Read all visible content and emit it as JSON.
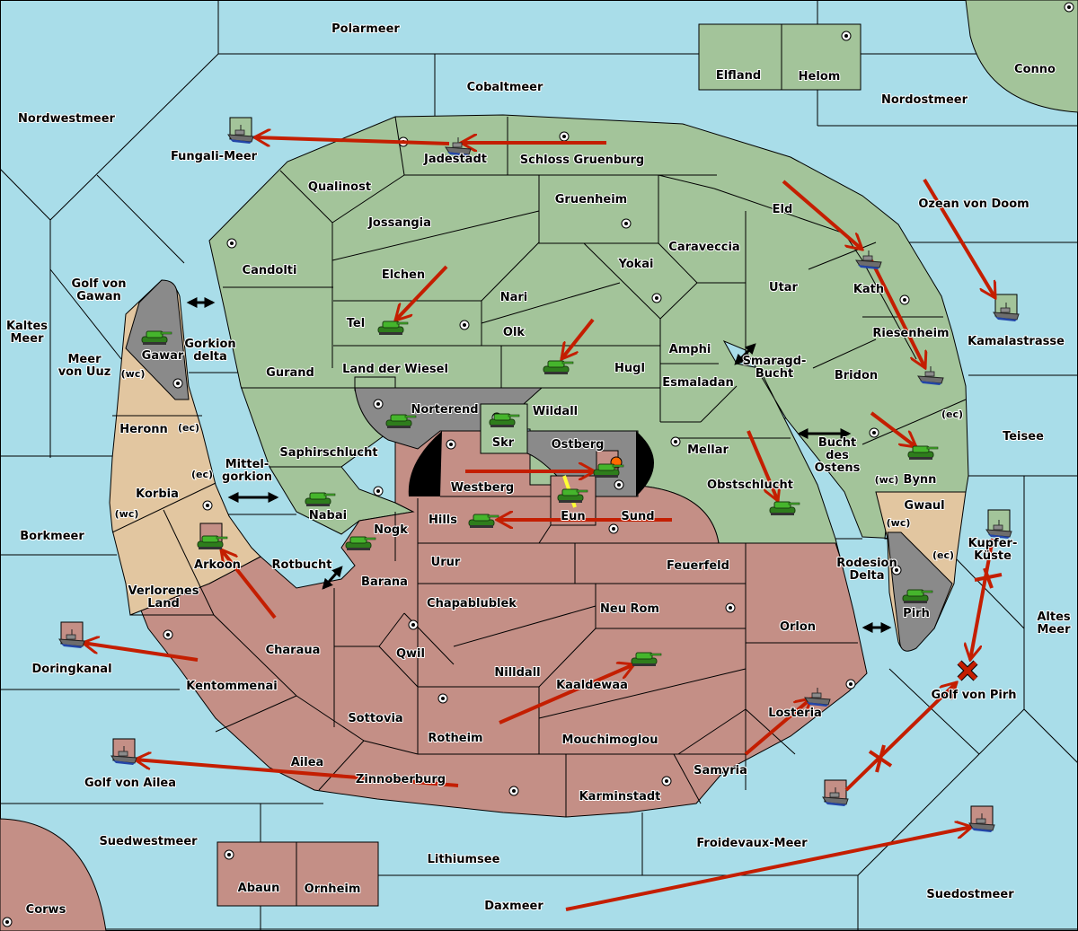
{
  "colors": {
    "sea": "#a9dde9",
    "green_power": "#a3c49a",
    "red_power": "#c48f86",
    "tan_neutral": "#e2c6a0",
    "gray_power": "#8a8a8a",
    "impassable": "#000000",
    "order_arrow": "#c41e00",
    "support_line": "#ffff33",
    "dislodge_burst": "#ff6a00"
  },
  "provinces": {
    "seas": [
      {
        "id": "polarmeer",
        "label": "Polarmeer"
      },
      {
        "id": "cobaltmeer",
        "label": "Cobaltmeer"
      },
      {
        "id": "nordwestmeer",
        "label": "Nordwestmeer"
      },
      {
        "id": "nordostmeer",
        "label": "Nordostmeer"
      },
      {
        "id": "fungali-meer",
        "label": "Fungali-Meer"
      },
      {
        "id": "ozean-von-doom",
        "label": "Ozean von Doom"
      },
      {
        "id": "golf-von-gawan",
        "label": "Golf von\nGawan"
      },
      {
        "id": "kaltes-meer",
        "label": "Kaltes\nMeer"
      },
      {
        "id": "meer-von-uuz",
        "label": "Meer\nvon Uuz"
      },
      {
        "id": "gorkion-delta",
        "label": "Gorkion\ndelta"
      },
      {
        "id": "mittel-gorkion",
        "label": "Mittel-\ngorkion"
      },
      {
        "id": "borkmeer",
        "label": "Borkmeer"
      },
      {
        "id": "rotbucht",
        "label": "Rotbucht"
      },
      {
        "id": "doringkanal",
        "label": "Doringkanal"
      },
      {
        "id": "golf-von-ailea",
        "label": "Golf von Ailea"
      },
      {
        "id": "suedwestmeer",
        "label": "Suedwestmeer"
      },
      {
        "id": "lithiumsee",
        "label": "Lithiumsee"
      },
      {
        "id": "daxmeer",
        "label": "Daxmeer"
      },
      {
        "id": "froidevaux-meer",
        "label": "Froidevaux-Meer"
      },
      {
        "id": "suedostmeer",
        "label": "Suedostmeer"
      },
      {
        "id": "golf-von-pirh",
        "label": "Golf von Pirh"
      },
      {
        "id": "altes-meer",
        "label": "Altes\nMeer"
      },
      {
        "id": "kupfer-kueste",
        "label": "Kupfer-\nKüste"
      },
      {
        "id": "teisee",
        "label": "Teisee"
      },
      {
        "id": "kamalastrasse",
        "label": "Kamalastrasse"
      },
      {
        "id": "smaragd-bucht",
        "label": "Smaragd-\nBucht"
      },
      {
        "id": "bucht-des-ostens",
        "label": "Bucht\ndes\nOstens"
      },
      {
        "id": "rodesion-delta",
        "label": "Rodesion\nDelta"
      }
    ],
    "green": [
      "Elfland",
      "Helom",
      "Conno",
      "Jadestadt",
      "Schloss Gruenburg",
      "Qualinost",
      "Jossangia",
      "Gruenheim",
      "Candolti",
      "Elchen",
      "Nari",
      "Yokai",
      "Caraveccia",
      "Eld",
      "Utar",
      "Kath",
      "Tel",
      "Olk",
      "Gurand",
      "Land der Wiesel",
      "Hugl",
      "Amphi",
      "Esmaladan",
      "Riesenheim",
      "Bridon",
      "Wildall",
      "Skr",
      "Saphirschlucht",
      "Mellar",
      "Nabai",
      "Obstschlucht",
      "Bynn"
    ],
    "red": [
      "Westberg",
      "Eun",
      "Hills",
      "Sund",
      "Nogk",
      "Urur",
      "Feuerfeld",
      "Barana",
      "Chapablublek",
      "Neu Rom",
      "Arkoon",
      "Charaua",
      "Qwil",
      "Nilldall",
      "Kaaldewaa",
      "Orlon",
      "Kentommenai",
      "Sottovia",
      "Rotheim",
      "Mouchimoglou",
      "Losteria",
      "Ailea",
      "Zinnoberburg",
      "Samyria",
      "Karminstadt",
      "Abaun",
      "Ornheim",
      "Corws"
    ],
    "tan": [
      "Heronn",
      "Korbia",
      "Verlorenes\nLand",
      "Gwaul"
    ],
    "gray": [
      "Gawar",
      "Norterend",
      "Ostberg",
      "Pirh"
    ],
    "coast_tags": [
      "(wc)",
      "(ec)"
    ]
  },
  "units": [
    {
      "type": "fleet",
      "power": "green",
      "location": "Jadestadt"
    },
    {
      "type": "fleet",
      "power": "green",
      "location": "Kath"
    },
    {
      "type": "fleet",
      "power": "green",
      "location": "Riesenheim"
    },
    {
      "type": "army",
      "power": "green",
      "location": "Tel"
    },
    {
      "type": "army",
      "power": "green",
      "location": "Hugl"
    },
    {
      "type": "army",
      "power": "green",
      "location": "Gawar"
    },
    {
      "type": "army",
      "power": "green",
      "location": "Norterend"
    },
    {
      "type": "army",
      "power": "green",
      "location": "Skr"
    },
    {
      "type": "army",
      "power": "green",
      "location": "Nabai"
    },
    {
      "type": "army",
      "power": "green",
      "location": "Ostberg",
      "dislodged": true
    },
    {
      "type": "army",
      "power": "green",
      "location": "Eun"
    },
    {
      "type": "army",
      "power": "green",
      "location": "Hills"
    },
    {
      "type": "army",
      "power": "green",
      "location": "Nogk"
    },
    {
      "type": "army",
      "power": "green",
      "location": "Arkoon"
    },
    {
      "type": "army",
      "power": "green",
      "location": "Obstschlucht"
    },
    {
      "type": "army",
      "power": "green",
      "location": "Bynn"
    },
    {
      "type": "army",
      "power": "green",
      "location": "Pirh"
    },
    {
      "type": "army",
      "power": "green",
      "location": "Kaaldewaa"
    },
    {
      "type": "fleet",
      "power": "red",
      "location": "Losteria"
    },
    {
      "type": "fleet",
      "power": "green",
      "location": "Fungali-Meer",
      "retreat_box": true
    },
    {
      "type": "fleet",
      "power": "green",
      "location": "Kamalastrasse",
      "retreat_box": true
    },
    {
      "type": "fleet",
      "power": "green",
      "location": "Kupfer-Küste",
      "retreat_box": true
    },
    {
      "type": "fleet",
      "power": "red",
      "location": "Doringkanal",
      "retreat_box": true
    },
    {
      "type": "fleet",
      "power": "red",
      "location": "Golf von Ailea",
      "retreat_box": true
    },
    {
      "type": "fleet",
      "power": "red",
      "location": "Froidevaux-Meer",
      "retreat_box": true
    },
    {
      "type": "fleet",
      "power": "red",
      "location": "Suedostmeer",
      "retreat_box": true
    }
  ],
  "legend_icons": {
    "supply_center": "target-dot-icon",
    "army": "tank-icon",
    "fleet": "ship-icon",
    "adjacency": "double-arrow-icon",
    "failed_order": "red-x-icon"
  }
}
